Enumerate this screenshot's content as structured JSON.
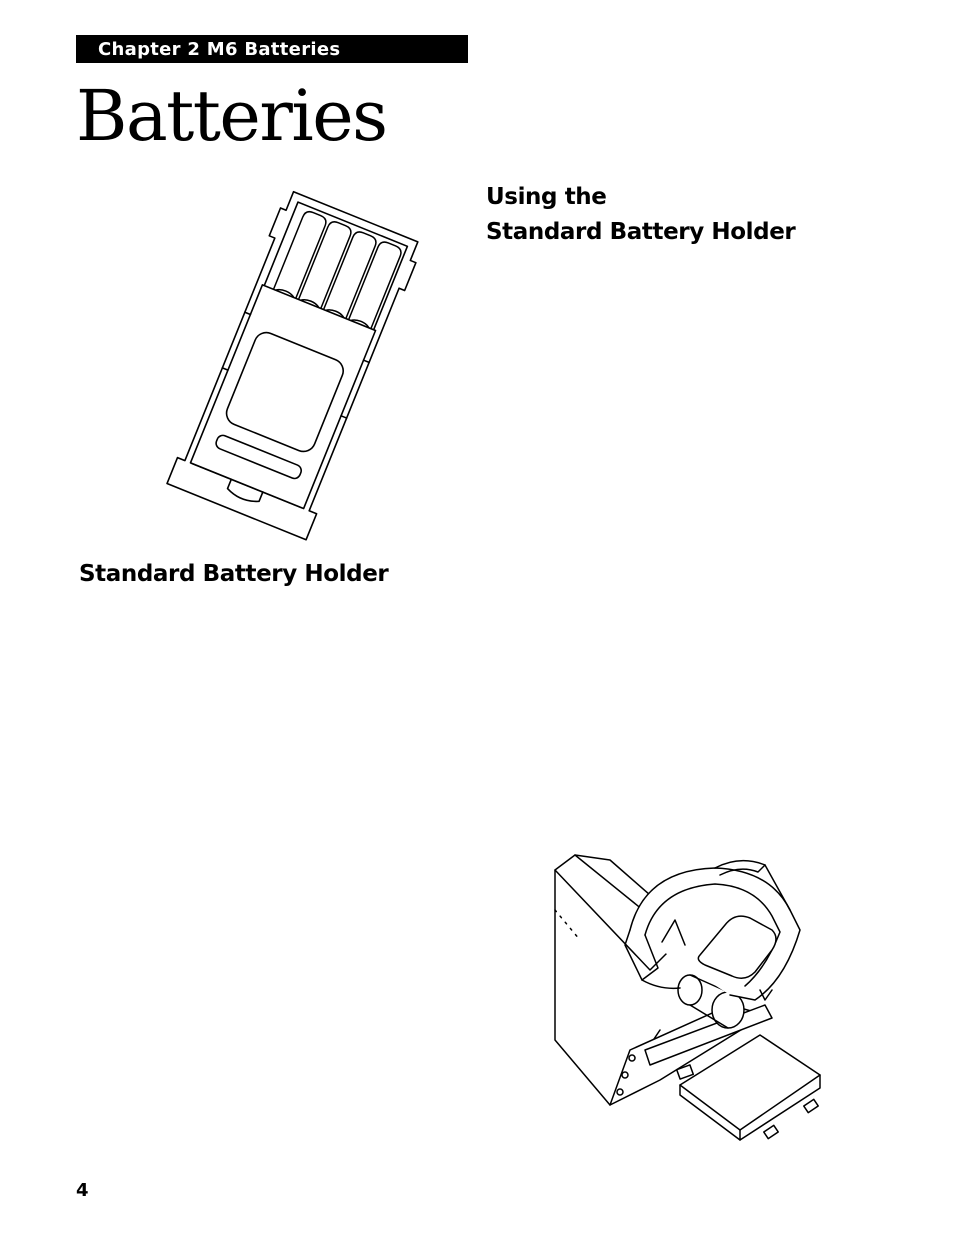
{
  "header": {
    "chapter_label": "Chapter 2 M6 Batteries"
  },
  "page": {
    "title": "Batteries",
    "page_number": "4"
  },
  "section": {
    "heading_line1": "Using the",
    "heading_line2": "Standard Battery Holder"
  },
  "figure": {
    "caption": "Standard Battery Holder"
  }
}
